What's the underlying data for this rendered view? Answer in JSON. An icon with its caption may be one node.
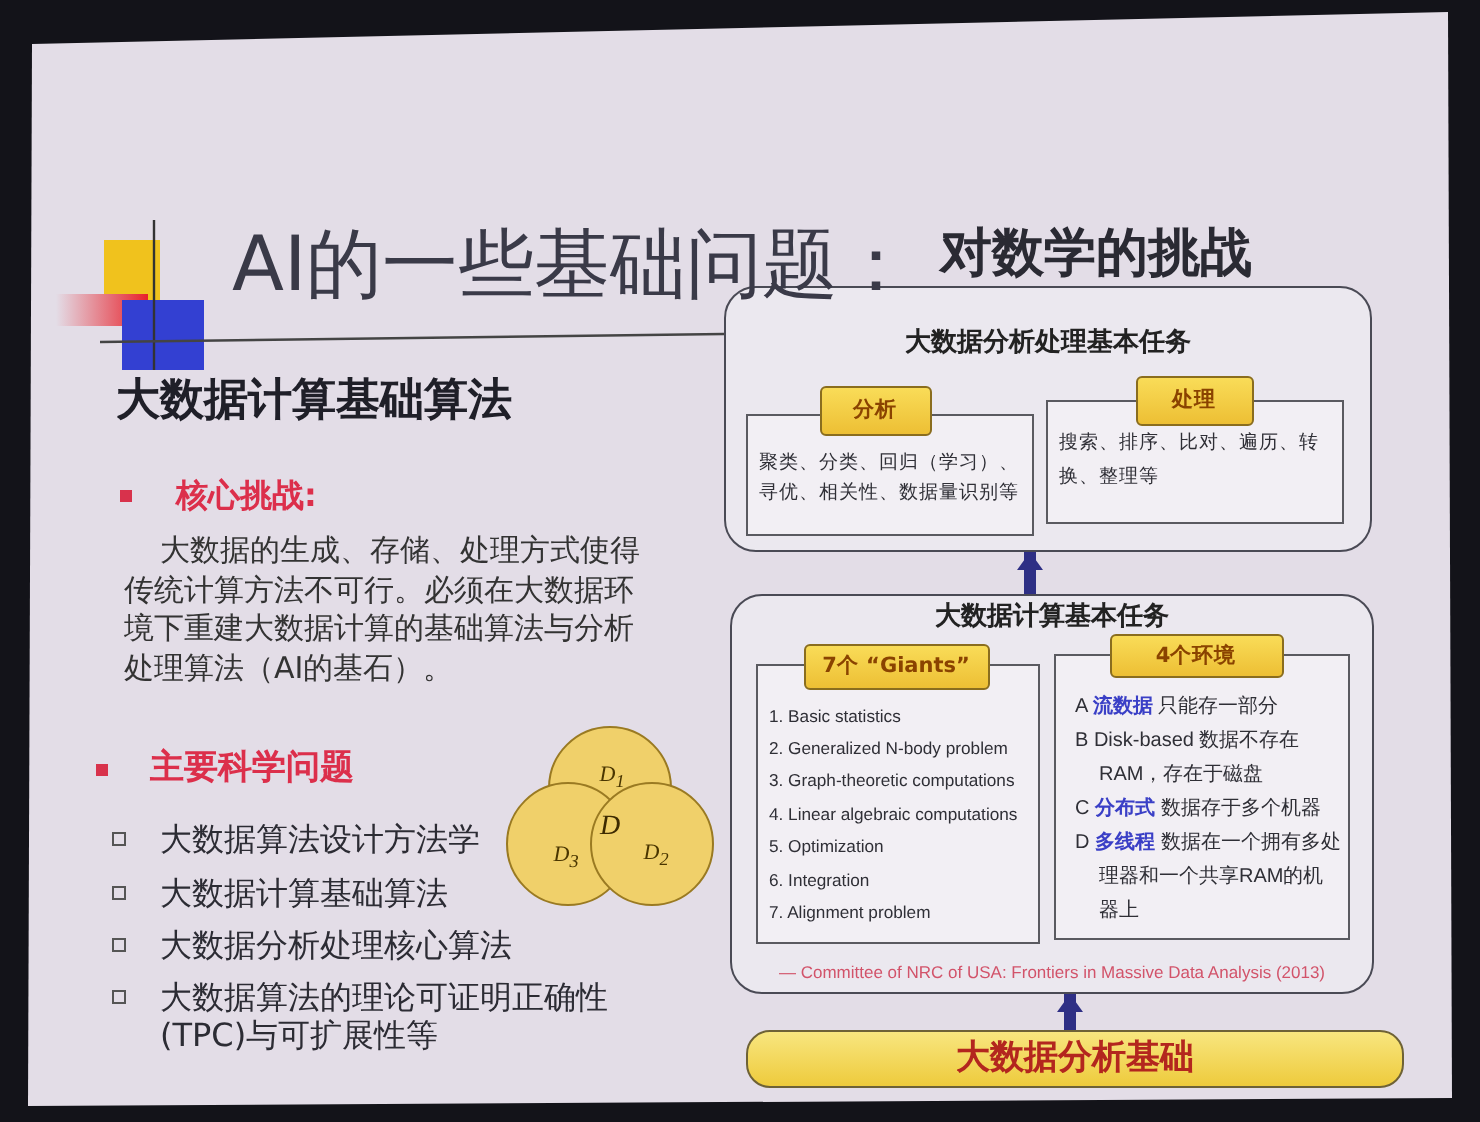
{
  "diagram": {
    "title": "AI的一些基础问题：",
    "nodes": [
      {
        "text": [
          "大数据分析处理基本任务"
        ]
      },
      {
        "text": [
          "分析"
        ],
        "in": 0
      },
      {
        "text": [
          "聚类、分类、回归（学习）、寻优、相关性、数据量识别等"
        ],
        "in": 0
      },
      {
        "text": [
          "处理"
        ],
        "in": 0
      },
      {
        "text": [
          "搜索、排序、比对、遍历、转换、整理等"
        ],
        "in": 0
      },
      {
        "text": [
          "大数据计算基本任务",
          "— Committee of NRC of USA: Frontiers in Massive Data Analysis (2013)"
        ]
      },
      {
        "text": [
          "7个 “Giants”"
        ],
        "in": 5
      },
      {
        "text": [
          "1. Basic statistics",
          "2. Generalized N-body problem",
          "3. Graph-theoretic computations",
          "4. Linear algebraic computations",
          "5. Optimization",
          "6. Integration",
          "7. Alignment problem"
        ],
        "in": 5
      },
      {
        "text": [
          "4个环境"
        ],
        "in": 5
      },
      {
        "text": [
          "A **流数据** 只能存一部分",
          "B Disk-based 数据不存在RAM，存在于磁盘",
          "C **分布式** 数据存于多个机器",
          "D **多线程** 数据在一个拥有多处理器和一个共享RAM的机器上"
        ],
        "in": 5
      },
      {
        "text": [
          "大数据分析基础"
        ]
      },
      {
        "text": [
          "D$_{1}$"
        ]
      },
      {
        "text": [
          "D$_{3}$"
        ]
      },
      {
        "text": [
          "D$_{2}$"
        ]
      }
    ],
    "edges": [
      {
        "from": 10,
        "to": 5,
        "arrow": "to"
      },
      {
        "from": 5,
        "to": 0,
        "arrow": "to"
      }
    ],
    "labels": [
      "对数学的挑战",
      "大数据计算基础算法",
      "核心挑战:",
      "大数据的生成、存储、处理方式使得传统计算方法不可行。必须在大数据环境下重建大数据计算的基础算法与分析处理算法（AI的基石）。",
      "主要科学问题",
      "大数据算法设计方法学",
      "大数据计算基础算法",
      "大数据分析处理核心算法",
      "大数据算法的理论可证明正确性(TPC)与可扩展性等",
      "D"
    ]
  }
}
